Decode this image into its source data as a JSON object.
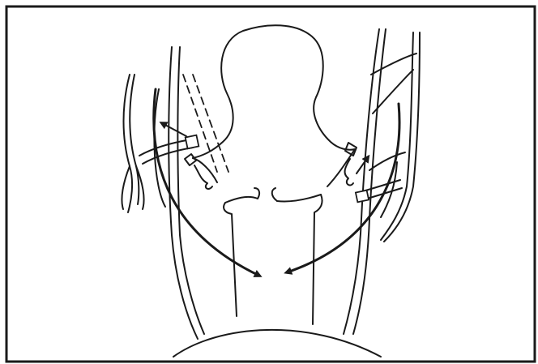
{
  "figure": {
    "border_color": "#1a1a1a",
    "background_color": "#ffffff",
    "ink_color": "#1a1a1a",
    "elements": [
      "frame-border",
      "uterus-outline",
      "left-vessel-bundle",
      "right-vessel-bundle",
      "left-curved-arrow",
      "right-curved-arrow",
      "dashed-dissection-lines",
      "left-vessel-ligature",
      "right-vessel-ligature",
      "bladder-dome"
    ]
  }
}
